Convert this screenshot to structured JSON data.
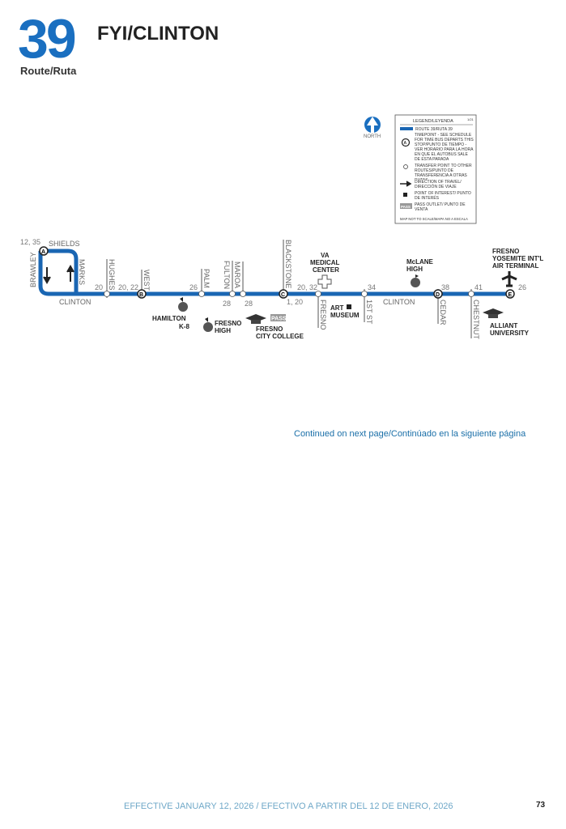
{
  "header": {
    "route_number": "39",
    "route_label": "Route/Ruta",
    "title": "FYI/CLINTON"
  },
  "north": {
    "label": "NORTH"
  },
  "legend": {
    "title": "LEGEND/LEYENDA",
    "code": "1/21",
    "items": [
      "ROUTE 39/RUTA 39",
      "TIMEPOINT - SEE SCHEDULE FOR TIME BUS DEPARTS THIS STOP/PUNTO DE TIEMPO - VER HORARIO PARA LA HORA EN QUE EL AUTOBUS SALE DE ESTA PARADA",
      "TRANSFER POINT TO OTHER ROUTES/PUNTO DE TRANSFERENCIA A OTRAS RUTAS",
      "DIRECTION OF TRAVEL/ DIRECCIÓN DE VIAJE",
      "POINT OF INTEREST/ PUNTO DE INTERÉS",
      "PASS OUTLET/ PUNTO DE VENTA"
    ],
    "timepoint_symbol": "A",
    "pass_symbol": "PASS",
    "note": "MAP NOT TO SCALE/MAPA NO A ESCALA"
  },
  "map": {
    "route_color": "#1a66b3",
    "streets": {
      "shields": "SHIELDS",
      "brawley": "BRAWLEY",
      "marks": "MARKS",
      "clinton": "CLINTON",
      "clinton2": "CLINTON",
      "hughes": "HUGHES",
      "west": "WEST",
      "palm": "PALM",
      "fulton": "FULTON",
      "maroa": "MAROA",
      "blackstone": "BLACKSTONE",
      "fresno": "FRESNO",
      "first": "1ST ST",
      "cedar": "CEDAR",
      "chestnut": "CHESTNUT"
    },
    "timepoints": {
      "a": "A",
      "b": "B",
      "c": "C",
      "d": "D",
      "e": "E"
    },
    "transfers": {
      "a": "12, 35",
      "hughes": "20",
      "west": "20, 22",
      "palm": "26",
      "fulton": "28",
      "maroa": "28",
      "blackstone": "1, 20",
      "fresno": "20, 32",
      "first": "34",
      "cedar": "38",
      "chestnut": "41",
      "e": "26"
    },
    "poi": {
      "hamilton": [
        "HAMILTON",
        "K-8"
      ],
      "fresno_high": [
        "FRESNO",
        "HIGH"
      ],
      "fcc": [
        "FRESNO",
        "CITY COLLEGE"
      ],
      "va": [
        "VA",
        "MEDICAL",
        "CENTER"
      ],
      "art": [
        "ART",
        "MUSEUM"
      ],
      "mclane": [
        "McLANE",
        "HIGH"
      ],
      "alliant": [
        "ALLIANT",
        "UNIVERSITY"
      ],
      "airport": [
        "FRESNO",
        "YOSEMITE INT'L",
        "AIR TERMINAL"
      ],
      "pass": "PASS"
    }
  },
  "continued": "Continued on next page/Continúado en la siguiente página",
  "footer": {
    "effective": "EFFECTIVE JANUARY 12, 2026 / EFECTIVO A PARTIR DEL 12 DE ENERO, 2026",
    "page": "73"
  }
}
